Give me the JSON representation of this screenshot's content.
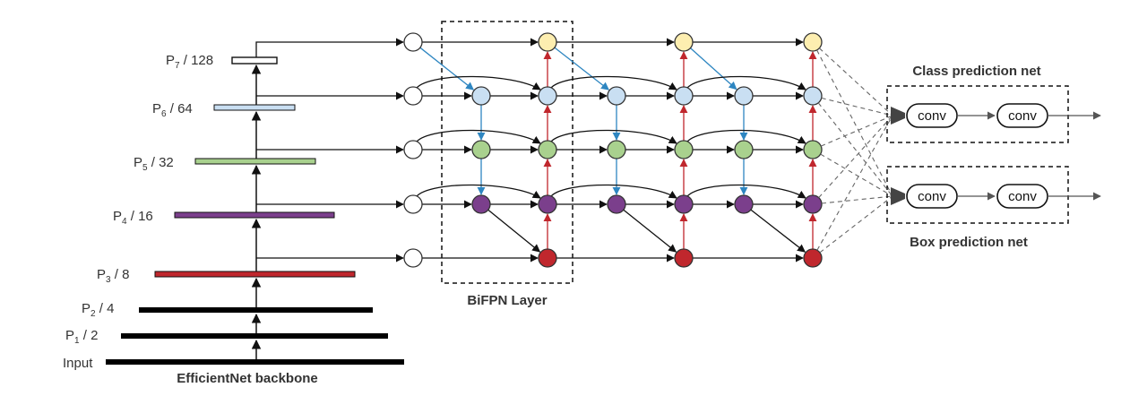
{
  "backbone": {
    "title": "EfficientNet backbone",
    "levels": [
      {
        "id": "input",
        "label": "Input",
        "sub": "",
        "suffix": ""
      },
      {
        "id": "p1",
        "label": "P",
        "sub": "1",
        "suffix": " / 2"
      },
      {
        "id": "p2",
        "label": "P",
        "sub": "2",
        "suffix": " / 4"
      },
      {
        "id": "p3",
        "label": "P",
        "sub": "3",
        "suffix": " / 8"
      },
      {
        "id": "p4",
        "label": "P",
        "sub": "4",
        "suffix": " / 16"
      },
      {
        "id": "p5",
        "label": "P",
        "sub": "5",
        "suffix": " / 32"
      },
      {
        "id": "p6",
        "label": "P",
        "sub": "6",
        "suffix": " / 64"
      },
      {
        "id": "p7",
        "label": "P",
        "sub": "7",
        "suffix": " / 128"
      }
    ]
  },
  "bifpn": {
    "label": "BiFPN Layer"
  },
  "heads": {
    "class_title": "Class prediction net",
    "box_title": "Box prediction net",
    "conv_label": "conv"
  },
  "colors": {
    "p7": "#fdeeb0",
    "p6": "#c9dff2",
    "p5": "#a9d18e",
    "p4": "#7b3f8c",
    "p3": "#c0272d",
    "input_node": "#ffffff",
    "down_arrow": "#2e86c1",
    "up_arrow": "#c0272d",
    "line": "#111111"
  }
}
